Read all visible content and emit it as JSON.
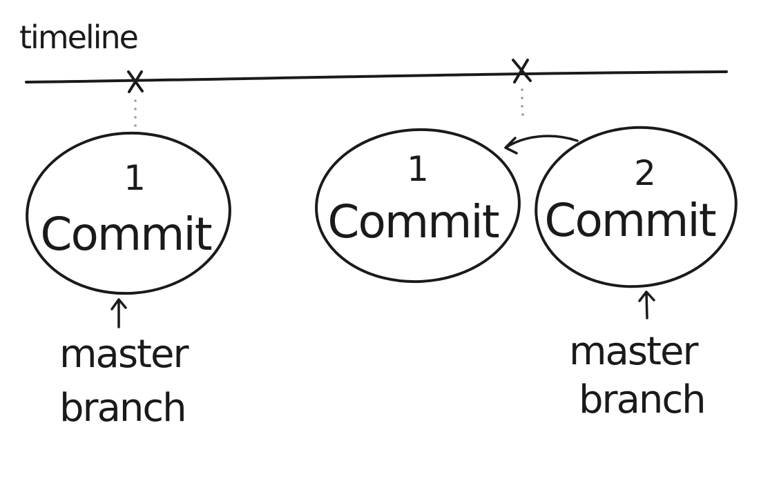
{
  "title": "timeline",
  "ink_color": "#1a1a1a",
  "dot_color": "#9a9a9a",
  "before": {
    "commit": {
      "number": "1",
      "label": "Commit"
    },
    "pointer": {
      "line1": "master",
      "line2": "branch"
    }
  },
  "after": {
    "commits": [
      {
        "number": "1",
        "label": "Commit"
      },
      {
        "number": "2",
        "label": "Commit"
      }
    ],
    "pointer": {
      "line1": "master",
      "line2": "branch"
    }
  }
}
